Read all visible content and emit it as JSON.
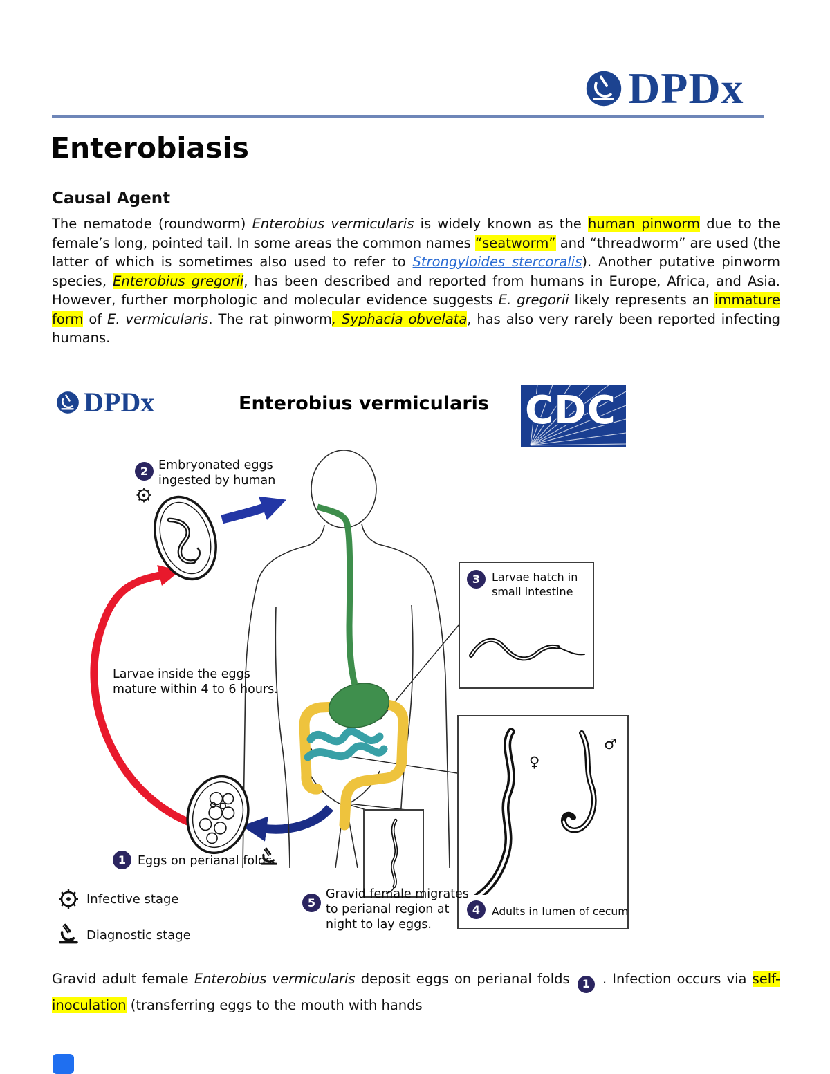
{
  "header": {
    "logo_text": "DPDx"
  },
  "article": {
    "title": "Enterobiasis",
    "heading": "Causal Agent",
    "paragraph": [
      {
        "text": "The nematode (roundworm) ",
        "style": "normal"
      },
      {
        "text": "Enterobius vermicularis",
        "style": "italic"
      },
      {
        "text": " is widely known as the ",
        "style": "normal"
      },
      {
        "text": "human pinworm",
        "style": "highlight"
      },
      {
        "text": " due to the female’s long, pointed tail. In some areas the common names ",
        "style": "normal"
      },
      {
        "text": "“seatworm”",
        "style": "highlight"
      },
      {
        "text": " and “threadworm” are used (the latter of which is sometimes also used to refer to ",
        "style": "normal"
      },
      {
        "text": "Strongyloides stercoralis",
        "style": "link"
      },
      {
        "text": "). Another putative pinworm species, ",
        "style": "normal"
      },
      {
        "text": "Enterobius gregorii",
        "style": "highlight-italic"
      },
      {
        "text": ", has been described and reported from humans in Europe, Africa, and Asia. However, further morphologic and molecular evidence suggests ",
        "style": "normal"
      },
      {
        "text": "E. gregorii",
        "style": "italic"
      },
      {
        "text": " likely represents an ",
        "style": "normal"
      },
      {
        "text": "immature form",
        "style": "highlight"
      },
      {
        "text": " of ",
        "style": "normal"
      },
      {
        "text": "E. vermicularis",
        "style": "italic"
      },
      {
        "text": ". The rat pinworm",
        "style": "normal"
      },
      {
        "text": ", Syphacia obvelata",
        "style": "highlight-italic"
      },
      {
        "text": ", has also very rarely been reported infecting humans.",
        "style": "normal"
      }
    ]
  },
  "diagram": {
    "logo_text": "DPDx",
    "cdc_label": "CDC",
    "title": "Enterobius vermicularis",
    "step1": {
      "number": "1",
      "label": "Eggs on perianal folds"
    },
    "step2": {
      "number": "2",
      "label": "Embryonated eggs ingested by human"
    },
    "step3": {
      "number": "3",
      "label": "Larvae hatch in small intestine"
    },
    "step4": {
      "number": "4",
      "label": "Adults in lumen of cecum"
    },
    "step5": {
      "number": "5",
      "label": "Gravid female migrates to perianal region at night to lay eggs."
    },
    "maturation_note": "Larvae inside the eggs mature within 4 to 6 hours.",
    "legend_infective": "Infective stage",
    "legend_diagnostic": "Diagnostic stage",
    "female_symbol": "♀",
    "male_symbol": "♂"
  },
  "footer": {
    "paragraph": [
      {
        "text": "Gravid adult female ",
        "style": "normal"
      },
      {
        "text": "Enterobius vermicularis",
        "style": "italic"
      },
      {
        "text": " deposit eggs on perianal folds ",
        "style": "normal"
      },
      {
        "text": "1",
        "style": "badge"
      },
      {
        "text": " . Infection occurs via ",
        "style": "normal"
      },
      {
        "text": "self-inoculation",
        "style": "highlight"
      },
      {
        "text": " (transferring eggs to the mouth with hands",
        "style": "normal"
      }
    ]
  },
  "colors": {
    "brand_blue": "#1c4390",
    "cdc_blue": "#1a3e91",
    "highlight": "#ffff00",
    "link_blue": "#2a6bd3",
    "arrow_red": "#e8192c",
    "arrow_blue": "#2336a5",
    "arrow_navy": "#1b2d86",
    "stomach_green": "#3f8f4d",
    "colon_yellow": "#eec33d",
    "intestine_teal": "#38a0a6"
  }
}
